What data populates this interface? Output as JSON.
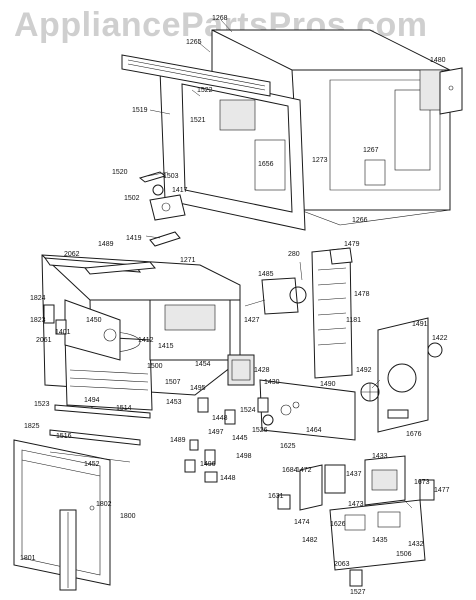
{
  "watermark": "AppliancePartsPros.com",
  "colors": {
    "line": "#1a1a1a",
    "watermark": "#cfcfcf",
    "background": "#ffffff"
  },
  "part_numbers": [
    "1268",
    "1265",
    "1522",
    "1519",
    "1521",
    "1656",
    "1273",
    "1267",
    "1266",
    "1480",
    "1520",
    "1503",
    "1502",
    "1417",
    "1419",
    "2062",
    "1489",
    "1271",
    "280",
    "1479",
    "1485",
    "1478",
    "1824",
    "1823",
    "1401",
    "1450",
    "1412",
    "1415",
    "1500",
    "2061",
    "1427",
    "1428",
    "1454",
    "1495",
    "1507",
    "1430",
    "1491",
    "1422",
    "1492",
    "1181",
    "1523",
    "1494",
    "1514",
    "1453",
    "1448",
    "1524",
    "1526",
    "1464",
    "1490",
    "1625",
    "1825",
    "1516",
    "1489",
    "1497",
    "1445",
    "1498",
    "1676",
    "1452",
    "1496",
    "1448",
    "1684",
    "1472",
    "1437",
    "1433",
    "1802",
    "1800",
    "1631",
    "1474",
    "1473",
    "1626",
    "1673",
    "1477",
    "1482",
    "1435",
    "1506",
    "1432",
    "1801",
    "2063",
    "1527"
  ]
}
